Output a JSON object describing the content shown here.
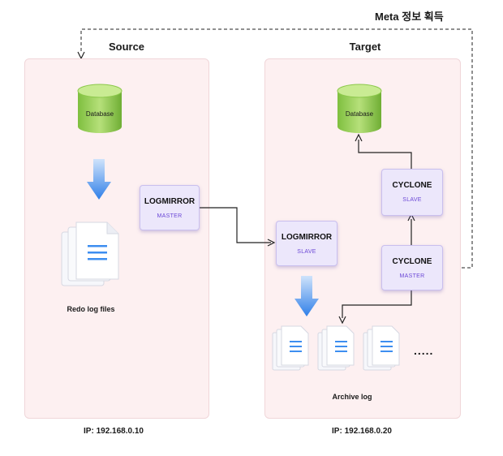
{
  "meta_label": "Meta 정보 획득",
  "source": {
    "title": "Source",
    "ip": "IP: 192.168.0.10",
    "database": "Database",
    "logmirror": {
      "name": "LOGMIRROR",
      "role": "MASTER"
    },
    "files_caption": "Redo log files"
  },
  "target": {
    "title": "Target",
    "ip": "IP: 192.168.0.20",
    "database": "Database",
    "logmirror": {
      "name": "LOGMIRROR",
      "role": "SLAVE"
    },
    "cyclone_slave": {
      "name": "CYCLONE",
      "role": "SLAVE"
    },
    "cyclone_master": {
      "name": "CYCLONE",
      "role": "MASTER"
    },
    "files_caption": "Archive log",
    "more": "....."
  },
  "colors": {
    "panel_bg": "#fdf0f1",
    "node_bg": "#ece7fb",
    "role_text": "#6b48d6",
    "db_green": "#8cc84b",
    "doc_blue": "#3d8ef0"
  }
}
